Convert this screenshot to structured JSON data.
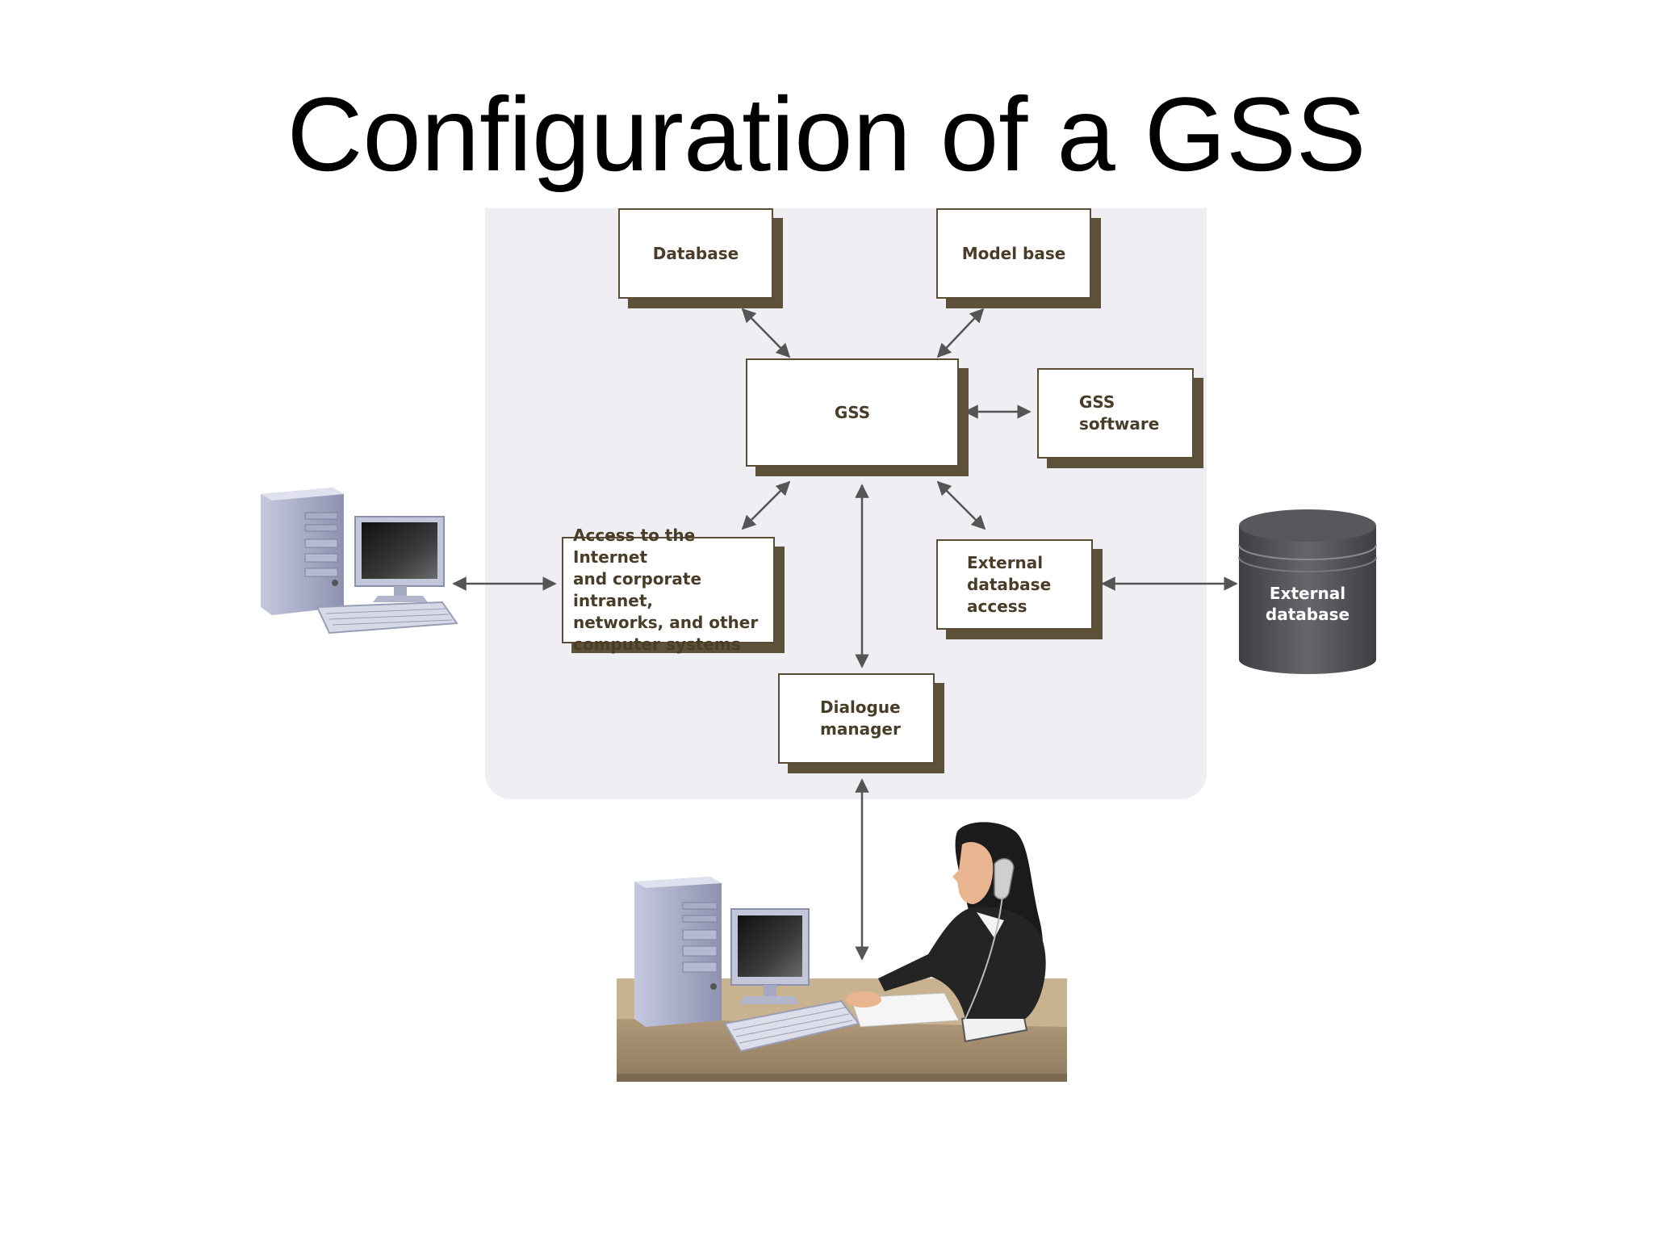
{
  "title": "Configuration of a GSS",
  "nodes": {
    "database": "Database",
    "model_base": "Model base",
    "gss": "GSS",
    "gss_software": "GSS\nsoftware",
    "internet_access": "Access to the Internet\nand corporate intranet,\nnetworks, and other\ncomputer systems",
    "external_db_access": "External\ndatabase\naccess",
    "dialogue_manager": "Dialogue\nmanager",
    "external_database": "External\ndatabase"
  },
  "colors": {
    "panel": "#efeff3",
    "box_shadow": "#5e513a",
    "box_text": "#4a3d28",
    "arrow": "#555555",
    "cylinder": "#4e4e52"
  },
  "icons": [
    "desktop-computer-icon",
    "external-database-cylinder-icon",
    "user-at-desk-illustration"
  ]
}
